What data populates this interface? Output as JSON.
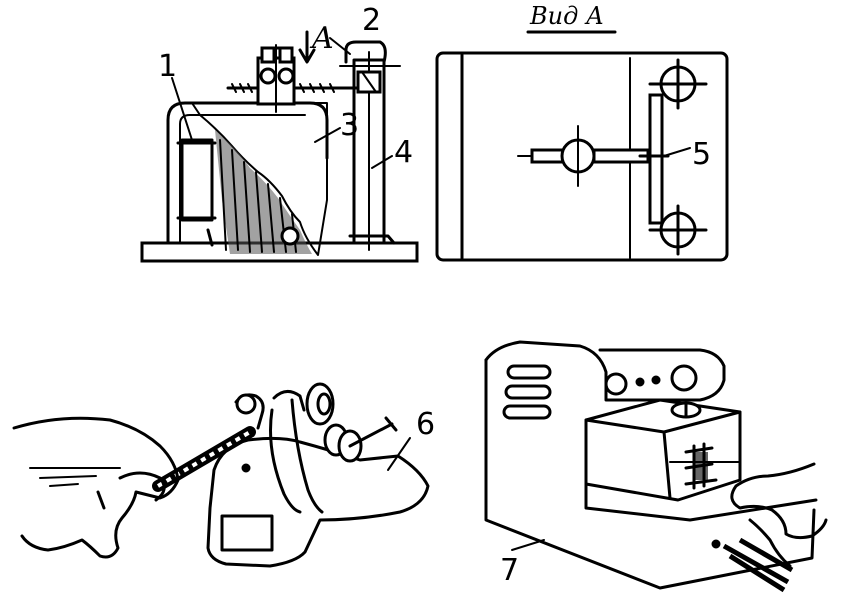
{
  "labels": {
    "n1": "1",
    "arrowA": "A",
    "n2": "2",
    "n3": "3",
    "n4": "4",
    "viewTitle": "Вид А",
    "n5": "5",
    "n6": "6",
    "n7": "7"
  }
}
